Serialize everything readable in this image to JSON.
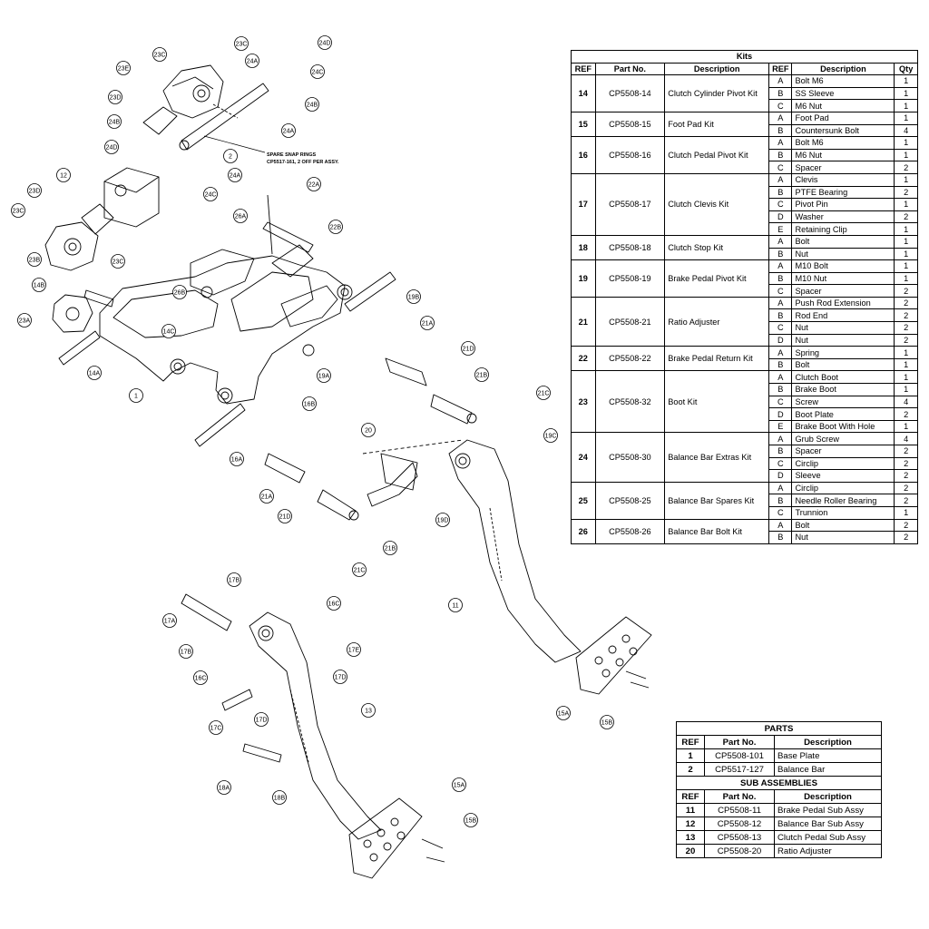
{
  "diagram": {
    "note_line1": "SPARE SNAP RINGS",
    "note_line2": "CP5517-161, 2 OFF PER ASSY.",
    "callouts": [
      "23C",
      "24D",
      "23C",
      "24A",
      "23E",
      "24C",
      "23D",
      "24B",
      "24B",
      "24A",
      "24D",
      "2",
      "24A",
      "12",
      "24C",
      "22A",
      "23D",
      "26A",
      "23C",
      "22B",
      "23B",
      "23C",
      "14B",
      "26B",
      "19B",
      "23A",
      "14C",
      "21A",
      "21D",
      "1",
      "14A",
      "19A",
      "16B",
      "21B",
      "21C",
      "20",
      "19C",
      "16A",
      "21A",
      "21D",
      "19D",
      "21B",
      "21C",
      "11",
      "17B",
      "16C",
      "17A",
      "17E",
      "17B",
      "16C",
      "17D",
      "13",
      "17C",
      "17D",
      "15A",
      "15B",
      "18A",
      "18B",
      "15A",
      "15B"
    ]
  },
  "kits": {
    "title": "Kits",
    "headers": [
      "REF",
      "Part No.",
      "Description",
      "REF",
      "Description",
      "Qty"
    ],
    "groups": [
      {
        "ref": "14",
        "part": "CP5508-14",
        "desc": "Clutch Cylinder Pivot Kit",
        "items": [
          [
            "A",
            "Bolt M6",
            "1"
          ],
          [
            "B",
            "SS Sleeve",
            "1"
          ],
          [
            "C",
            "M6 Nut",
            "1"
          ]
        ]
      },
      {
        "ref": "15",
        "part": "CP5508-15",
        "desc": "Foot Pad Kit",
        "items": [
          [
            "A",
            "Foot Pad",
            "1"
          ],
          [
            "B",
            "Countersunk Bolt",
            "4"
          ]
        ]
      },
      {
        "ref": "16",
        "part": "CP5508-16",
        "desc": "Clutch Pedal Pivot Kit",
        "items": [
          [
            "A",
            "Bolt M6",
            "1"
          ],
          [
            "B",
            "M6 Nut",
            "1"
          ],
          [
            "C",
            "Spacer",
            "2"
          ]
        ]
      },
      {
        "ref": "17",
        "part": "CP5508-17",
        "desc": "Clutch Clevis Kit",
        "items": [
          [
            "A",
            "Clevis",
            "1"
          ],
          [
            "B",
            "PTFE Bearing",
            "2"
          ],
          [
            "C",
            "Pivot Pin",
            "1"
          ],
          [
            "D",
            "Washer",
            "2"
          ],
          [
            "E",
            "Retaining Clip",
            "1"
          ]
        ]
      },
      {
        "ref": "18",
        "part": "CP5508-18",
        "desc": "Clutch Stop Kit",
        "items": [
          [
            "A",
            "Bolt",
            "1"
          ],
          [
            "B",
            "Nut",
            "1"
          ]
        ]
      },
      {
        "ref": "19",
        "part": "CP5508-19",
        "desc": "Brake Pedal Pivot Kit",
        "items": [
          [
            "A",
            "M10 Bolt",
            "1"
          ],
          [
            "B",
            "M10 Nut",
            "1"
          ],
          [
            "C",
            "Spacer",
            "2"
          ]
        ]
      },
      {
        "ref": "21",
        "part": "CP5508-21",
        "desc": "Ratio Adjuster",
        "items": [
          [
            "A",
            "Push Rod Extension",
            "2"
          ],
          [
            "B",
            "Rod End",
            "2"
          ],
          [
            "C",
            "Nut",
            "2"
          ],
          [
            "D",
            "Nut",
            "2"
          ]
        ]
      },
      {
        "ref": "22",
        "part": "CP5508-22",
        "desc": "Brake Pedal Return Kit",
        "items": [
          [
            "A",
            "Spring",
            "1"
          ],
          [
            "B",
            "Bolt",
            "1"
          ]
        ]
      },
      {
        "ref": "23",
        "part": "CP5508-32",
        "desc": "Boot Kit",
        "items": [
          [
            "A",
            "Clutch Boot",
            "1"
          ],
          [
            "B",
            "Brake Boot",
            "1"
          ],
          [
            "C",
            "Screw",
            "4"
          ],
          [
            "D",
            "Boot Plate",
            "2"
          ],
          [
            "E",
            "Brake Boot With Hole",
            "1"
          ]
        ]
      },
      {
        "ref": "24",
        "part": "CP5508-30",
        "desc": "Balance Bar Extras Kit",
        "items": [
          [
            "A",
            "Grub Screw",
            "4"
          ],
          [
            "B",
            "Spacer",
            "2"
          ],
          [
            "C",
            "Circlip",
            "2"
          ],
          [
            "D",
            "Sleeve",
            "2"
          ]
        ]
      },
      {
        "ref": "25",
        "part": "CP5508-25",
        "desc": "Balance Bar Spares Kit",
        "items": [
          [
            "A",
            "Circlip",
            "2"
          ],
          [
            "B",
            "Needle Roller Bearing",
            "2"
          ],
          [
            "C",
            "Trunnion",
            "1"
          ]
        ]
      },
      {
        "ref": "26",
        "part": "CP5508-26",
        "desc": "Balance Bar Bolt Kit",
        "items": [
          [
            "A",
            "Bolt",
            "2"
          ],
          [
            "B",
            "Nut",
            "2"
          ]
        ]
      }
    ]
  },
  "parts": {
    "title": "PARTS",
    "headers": [
      "REF",
      "Part No.",
      "Description"
    ],
    "rows": [
      [
        "1",
        "CP5508-101",
        "Base Plate"
      ],
      [
        "2",
        "CP5517-127",
        "Balance Bar"
      ]
    ],
    "sub_title": "SUB ASSEMBLIES",
    "sub_headers": [
      "REF",
      "Part No.",
      "Description"
    ],
    "sub_rows": [
      [
        "11",
        "CP5508-11",
        "Brake Pedal Sub Assy"
      ],
      [
        "12",
        "CP5508-12",
        "Balance Bar Sub Assy"
      ],
      [
        "13",
        "CP5508-13",
        "Clutch Pedal Sub Assy"
      ],
      [
        "20",
        "CP5508-20",
        "Ratio Adjuster"
      ]
    ]
  }
}
